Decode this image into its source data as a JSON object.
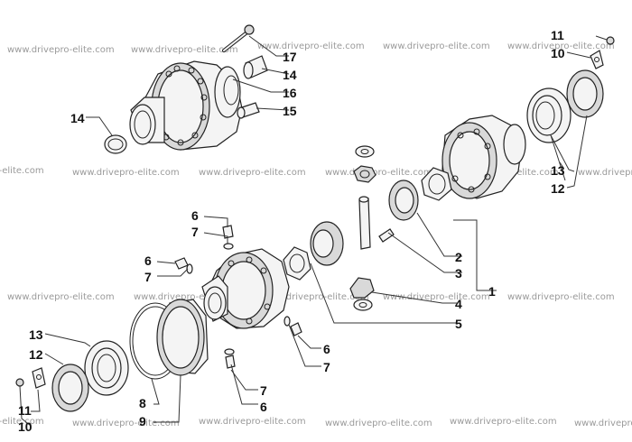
{
  "watermark_text": "www.drivepro-elite.com",
  "callouts": [
    "1",
    "2",
    "3",
    "4",
    "5",
    "6",
    "7",
    "8",
    "9",
    "10",
    "11",
    "12",
    "13",
    "14",
    "15",
    "16",
    "17"
  ],
  "colors": {
    "line": "#222222",
    "fill": "#f4f4f4",
    "watermark": "#9a9a9a"
  }
}
